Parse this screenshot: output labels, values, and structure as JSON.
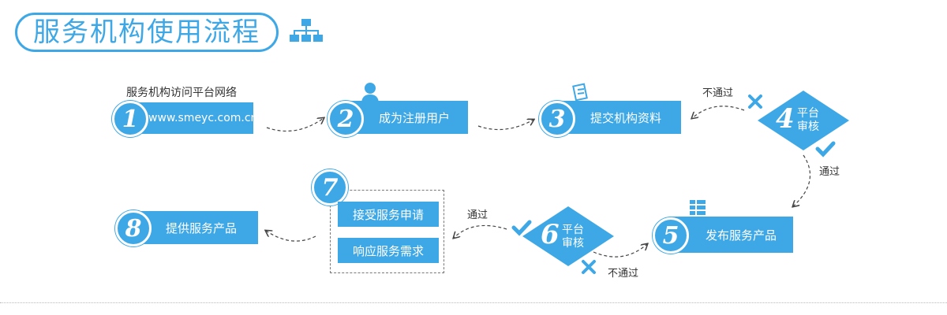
{
  "title": "服务机构使用流程",
  "steps": {
    "s1": {
      "num": "1",
      "caption": "服务机构访问平台网络",
      "label": "www.smeyc.com.cn"
    },
    "s2": {
      "num": "2",
      "label": "成为注册用户"
    },
    "s3": {
      "num": "3",
      "label": "提交机构资料"
    },
    "s4": {
      "num": "4",
      "line1": "平台",
      "line2": "审核"
    },
    "s5": {
      "num": "5",
      "label": "发布服务产品"
    },
    "s6": {
      "num": "6",
      "line1": "平台",
      "line2": "审核"
    },
    "s7": {
      "num": "7",
      "item1": "接受服务申请",
      "item2": "响应服务需求"
    },
    "s8": {
      "num": "8",
      "label": "提供服务产品"
    }
  },
  "annotations": {
    "a4_fail": "不通过",
    "a4_pass": "通过",
    "a6_pass": "通过",
    "a6_fail": "不通过"
  },
  "colors": {
    "accent": "#3ea8e6"
  }
}
